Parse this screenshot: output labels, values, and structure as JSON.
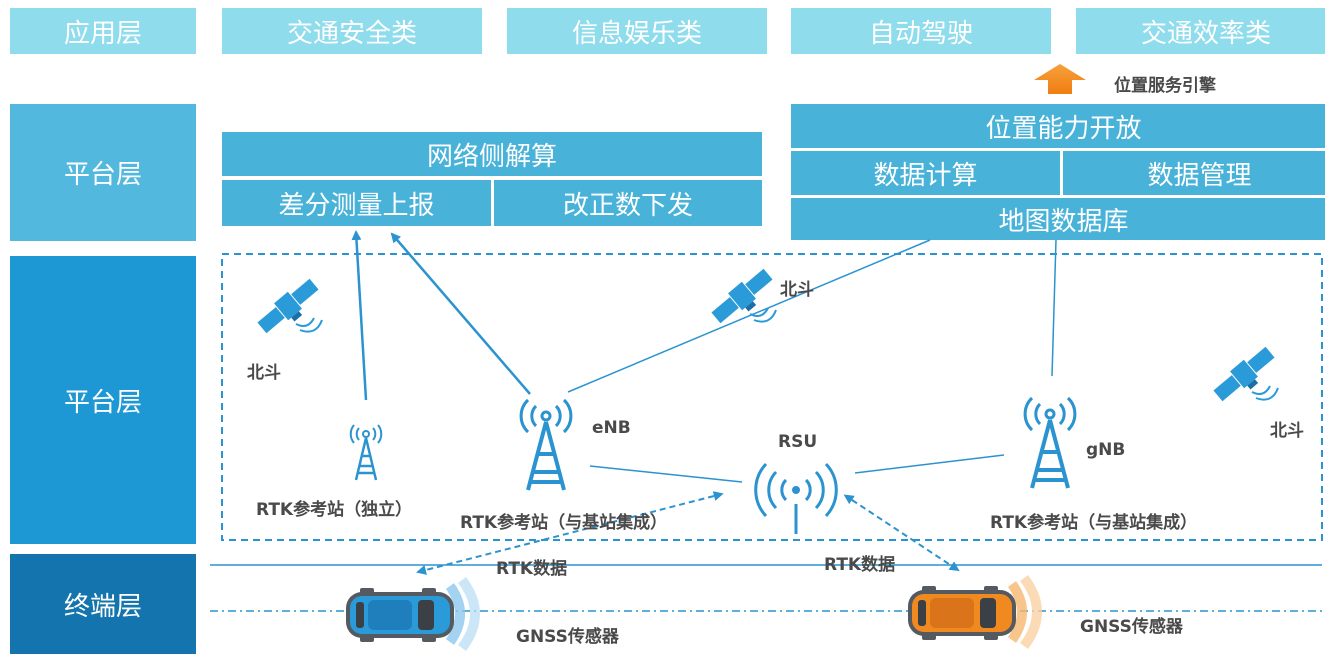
{
  "layers": {
    "app": "应用层",
    "platform1": "平台层",
    "platform2": "平台层",
    "terminal": "终端层"
  },
  "app_items": [
    "交通安全类",
    "信息娱乐类",
    "自动驾驶",
    "交通效率类"
  ],
  "location_engine": "位置服务引擎",
  "network_calc": {
    "title": "网络侧解算",
    "left": "差分测量上报",
    "right": "改正数下发"
  },
  "location_capability": {
    "title": "位置能力开放",
    "left": "数据计算",
    "right": "数据管理",
    "bottom": "地图数据库"
  },
  "satellites": [
    "北斗",
    "北斗",
    "北斗"
  ],
  "stations": {
    "standalone": "RTK参考站（独立）",
    "enb_label": "eNB",
    "enb_station": "RTK参考站（与基站集成）",
    "rsu": "RSU",
    "gnb_label": "gNB",
    "gnb_station": "RTK参考站（与基站集成）"
  },
  "rtk_data": [
    "RTK数据",
    "RTK数据"
  ],
  "gnss": [
    "GNSS传感器",
    "GNSS传感器"
  ],
  "colors": {
    "app": "#8fdcec",
    "platform_upper": "#52b8de",
    "platform_lower": "#1e98d4",
    "terminal": "#1474ad",
    "box": "#48b2d9",
    "line": "#2a93d0",
    "car_left": "#2a9ad8",
    "car_right": "#f08a20"
  }
}
